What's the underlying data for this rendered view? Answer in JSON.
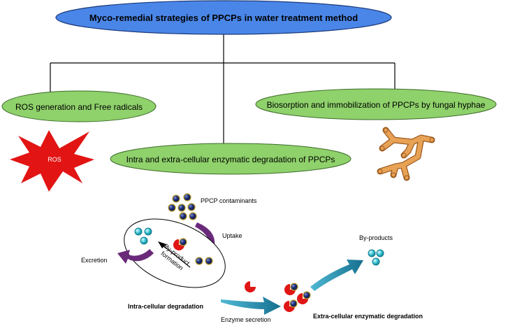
{
  "diagram": {
    "title": "Myco-remedial strategies of PPCPs in water treatment method",
    "branches": {
      "ros": "ROS generation and  Free radicals",
      "enzymatic": "Intra and extra-cellular enzymatic degradation of PPCPs",
      "biosorption": "Biosorption and immobilization of PPCPs by fungal hyphae"
    },
    "ros_star_label": "ROS",
    "process": {
      "contaminants": "PPCP contaminants",
      "uptake": "Uptake",
      "excretion": "Excretion",
      "byproduct_formation_line1": "By-product",
      "byproduct_formation_line2": "formation",
      "intra_degradation": "Intra-cellular degradation",
      "enzyme_secretion": "Enzyme secretion",
      "byproducts": "By-products",
      "extra_degradation": "Extra-cellular enzymatic degradation"
    },
    "colors": {
      "title_fill": "#4a86e8",
      "branch_fill": "#8fd16b",
      "ros_star": "#e21414",
      "hyphae": "#e8a255",
      "excretion_arrow": "#6a2a7a",
      "teal_arrow": "#1f8aa8",
      "enzyme": "#e01616",
      "contaminant": "#1a2a6e",
      "byproduct": "#3cc6d6"
    }
  }
}
